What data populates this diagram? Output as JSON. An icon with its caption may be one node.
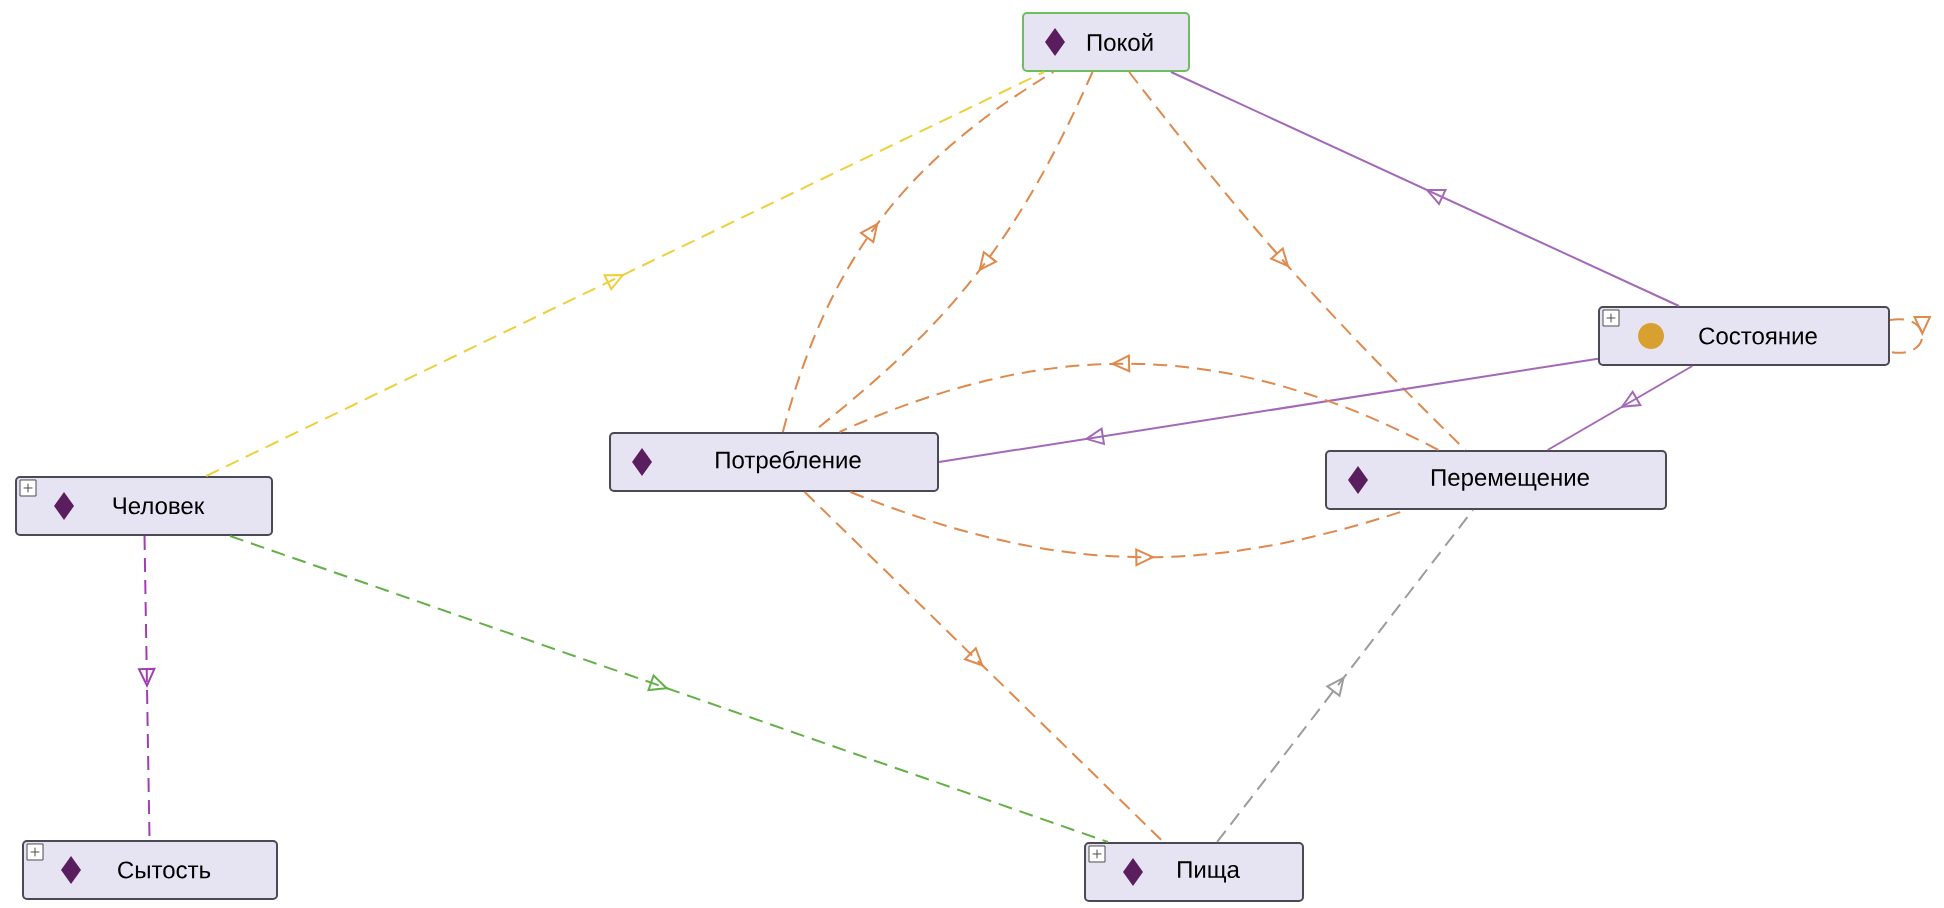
{
  "diagram": {
    "nodes": [
      {
        "text": [
          "Покой"
        ]
      },
      {
        "text": [
          "Состояние"
        ]
      },
      {
        "text": [
          "Человек"
        ]
      },
      {
        "text": [
          "Потребление"
        ]
      },
      {
        "text": [
          "Перемещение"
        ]
      },
      {
        "text": [
          "Сытость"
        ]
      },
      {
        "text": [
          "Пища"
        ]
      }
    ],
    "edges": [
      {
        "from": 2,
        "to": 0,
        "arrow": "to",
        "style": "dashed",
        "color": "#eed03a"
      },
      {
        "from": 1,
        "to": 0,
        "arrow": "to",
        "color": "#a468b8"
      },
      {
        "from": 3,
        "to": 0,
        "arrow": "to",
        "style": "dashed"
      },
      {
        "from": 0,
        "to": 3,
        "arrow": "to",
        "style": "dashed"
      },
      {
        "from": 0,
        "to": 4,
        "arrow": "to",
        "style": "dashed"
      },
      {
        "from": 1,
        "to": 3,
        "arrow": "to",
        "color": "#a468b8"
      },
      {
        "from": 4,
        "to": 3,
        "arrow": "to",
        "style": "dashed"
      },
      {
        "from": 1,
        "to": 4,
        "arrow": "to",
        "color": "#a468b8"
      },
      {
        "from": 1,
        "to": 1,
        "arrow": "to",
        "style": "dashed"
      },
      {
        "from": 3,
        "to": 4,
        "arrow": "to",
        "style": "dashed"
      },
      {
        "from": 3,
        "to": 6,
        "arrow": "to",
        "style": "dashed"
      },
      {
        "from": 6,
        "to": 4,
        "arrow": "to",
        "style": "dashed",
        "color": "#9c9c9c"
      },
      {
        "from": 2,
        "to": 6,
        "arrow": "to",
        "style": "dashed",
        "color": "#64b048"
      },
      {
        "from": 2,
        "to": 5,
        "arrow": "to",
        "style": "dashed",
        "color": "#a040b0"
      }
    ]
  }
}
